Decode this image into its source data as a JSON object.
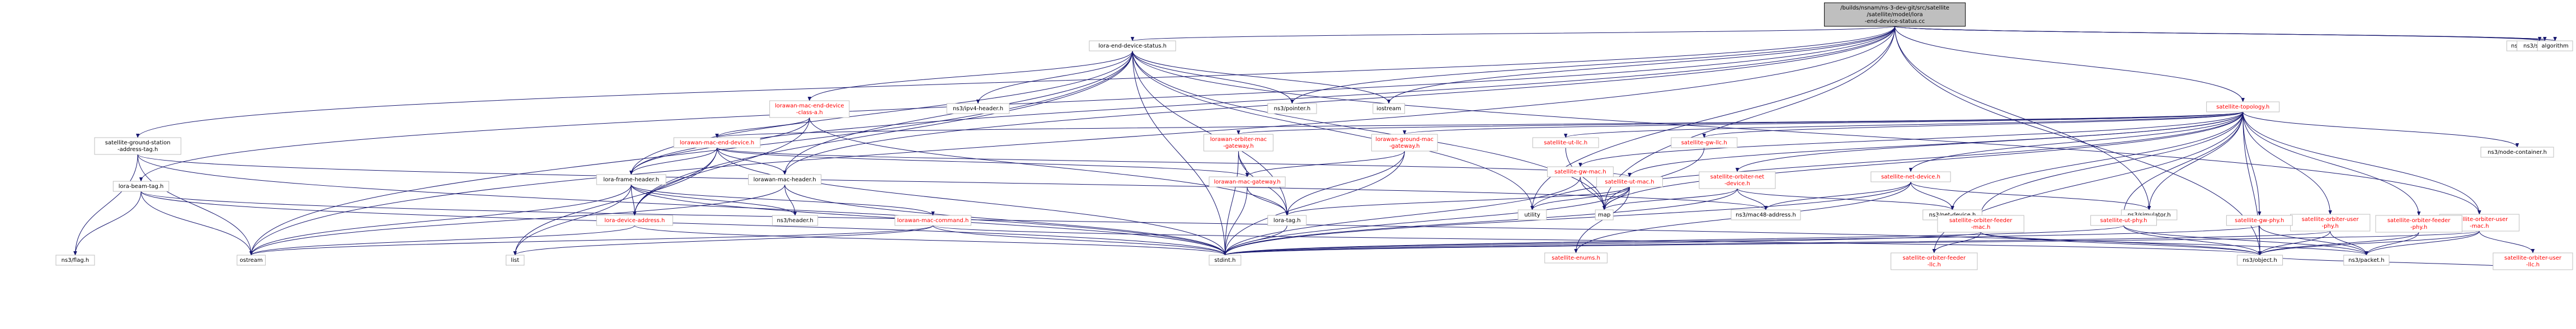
{
  "diagram": {
    "type": "include-dependency-graph",
    "nodes": [
      {
        "id": "root",
        "lines": [
          "/builds/nsnam/ns-3-dev-git/src/satellite",
          "/satellite/model/lora",
          "-end-device-status.cc"
        ],
        "style": "root"
      },
      {
        "id": "leds",
        "lines": [
          "lora-end-device-status.h"
        ],
        "style": "black"
      },
      {
        "id": "cmdline",
        "lines": [
          "ns3/command-line.h"
        ],
        "style": "black"
      },
      {
        "id": "log",
        "lines": [
          "ns3/log.h"
        ],
        "style": "black"
      },
      {
        "id": "singleton",
        "lines": [
          "ns3/singleton.h"
        ],
        "style": "black"
      },
      {
        "id": "algorithm",
        "lines": [
          "algorithm"
        ],
        "style": "black"
      },
      {
        "id": "topo",
        "lines": [
          "satellite-topology.h"
        ],
        "style": "red"
      },
      {
        "id": "gs_addr_tag",
        "lines": [
          "satellite-ground-station",
          "-address-tag.h"
        ],
        "style": "black"
      },
      {
        "id": "loramac_end_a",
        "lines": [
          "lorawan-mac-end-device",
          "-class-a.h"
        ],
        "style": "red"
      },
      {
        "id": "ipv4hdr",
        "lines": [
          "ns3/ipv4-header.h"
        ],
        "style": "black"
      },
      {
        "id": "pointer",
        "lines": [
          "ns3/pointer.h"
        ],
        "style": "black"
      },
      {
        "id": "iostream",
        "lines": [
          "iostream"
        ],
        "style": "black"
      },
      {
        "id": "node_container",
        "lines": [
          "ns3/node-container.h"
        ],
        "style": "black"
      },
      {
        "id": "loramac_end",
        "lines": [
          "lorawan-mac-end-device.h"
        ],
        "style": "red"
      },
      {
        "id": "orbiter_mac_gw",
        "lines": [
          "lorawan-orbiter-mac",
          "-gateway.h"
        ],
        "style": "red"
      },
      {
        "id": "ground_mac_gw",
        "lines": [
          "lorawan-ground-mac",
          "-gateway.h"
        ],
        "style": "red"
      },
      {
        "id": "ut_llc",
        "lines": [
          "satellite-ut-llc.h"
        ],
        "style": "red"
      },
      {
        "id": "gw_llc",
        "lines": [
          "satellite-gw-llc.h"
        ],
        "style": "red"
      },
      {
        "id": "beam_tag",
        "lines": [
          "lora-beam-tag.h"
        ],
        "style": "black"
      },
      {
        "id": "frame_hdr",
        "lines": [
          "lora-frame-header.h"
        ],
        "style": "black"
      },
      {
        "id": "mac_hdr",
        "lines": [
          "lorawan-mac-header.h"
        ],
        "style": "black"
      },
      {
        "id": "mac_gw",
        "lines": [
          "lorawan-mac-gateway.h"
        ],
        "style": "red"
      },
      {
        "id": "ut_mac",
        "lines": [
          "satellite-ut-mac.h"
        ],
        "style": "red"
      },
      {
        "id": "gw_mac",
        "lines": [
          "satellite-gw-mac.h"
        ],
        "style": "red"
      },
      {
        "id": "orbiter_net",
        "lines": [
          "satellite-orbiter-net",
          "-device.h"
        ],
        "style": "red"
      },
      {
        "id": "net_device",
        "lines": [
          "satellite-net-device.h"
        ],
        "style": "red"
      },
      {
        "id": "orbiter_user_phy",
        "lines": [
          "satellite-orbiter-user",
          "-phy.h"
        ],
        "style": "red"
      },
      {
        "id": "orbiter_user_mac",
        "lines": [
          "satellite-orbiter-user",
          "-mac.h"
        ],
        "style": "red"
      },
      {
        "id": "device_addr",
        "lines": [
          "lora-device-address.h"
        ],
        "style": "red"
      },
      {
        "id": "nsheader",
        "lines": [
          "ns3/header.h"
        ],
        "style": "black"
      },
      {
        "id": "mac_cmd",
        "lines": [
          "lorawan-mac-command.h"
        ],
        "style": "red"
      },
      {
        "id": "lora_tag",
        "lines": [
          "lora-tag.h"
        ],
        "style": "black"
      },
      {
        "id": "utility",
        "lines": [
          "utility"
        ],
        "style": "black"
      },
      {
        "id": "map",
        "lines": [
          "map"
        ],
        "style": "black"
      },
      {
        "id": "mac48",
        "lines": [
          "ns3/mac48-address.h"
        ],
        "style": "black"
      },
      {
        "id": "ns_netdev",
        "lines": [
          "ns3/net-device.h"
        ],
        "style": "black"
      },
      {
        "id": "simulator",
        "lines": [
          "ns3/simulator.h"
        ],
        "style": "black"
      },
      {
        "id": "orbiter_feeder_mac",
        "lines": [
          "satellite-orbiter-feeder",
          "-mac.h"
        ],
        "style": "red"
      },
      {
        "id": "ut_phy",
        "lines": [
          "satellite-ut-phy.h"
        ],
        "style": "red"
      },
      {
        "id": "gw_phy",
        "lines": [
          "satellite-gw-phy.h"
        ],
        "style": "red"
      },
      {
        "id": "orbiter_feeder_phy",
        "lines": [
          "satellite-orbiter-feeder",
          "-phy.h"
        ],
        "style": "red"
      },
      {
        "id": "bitflag",
        "lines": [
          "ns3/flag.h"
        ],
        "style": "black"
      },
      {
        "id": "ostream",
        "lines": [
          "ostream"
        ],
        "style": "black"
      },
      {
        "id": "list",
        "lines": [
          "list"
        ],
        "style": "black"
      },
      {
        "id": "stdint",
        "lines": [
          "stdint.h"
        ],
        "style": "black"
      },
      {
        "id": "sat_enums",
        "lines": [
          "satellite-enums.h"
        ],
        "style": "red"
      },
      {
        "id": "orbiter_feeder_llc",
        "lines": [
          "satellite-orbiter-feeder",
          "-llc.h"
        ],
        "style": "red"
      },
      {
        "id": "nsobject",
        "lines": [
          "ns3/object.h"
        ],
        "style": "black"
      },
      {
        "id": "nspacket",
        "lines": [
          "ns3/packet.h"
        ],
        "style": "black"
      },
      {
        "id": "orbiter_user_llc",
        "lines": [
          "satellite-orbiter-user",
          "-llc.h"
        ],
        "style": "red"
      }
    ],
    "edges": [
      [
        "root",
        "leds"
      ],
      [
        "root",
        "cmdline"
      ],
      [
        "root",
        "log"
      ],
      [
        "root",
        "singleton"
      ],
      [
        "root",
        "algorithm"
      ],
      [
        "root",
        "topo"
      ],
      [
        "root",
        "gs_addr_tag"
      ],
      [
        "root",
        "beam_tag"
      ],
      [
        "root",
        "frame_hdr"
      ],
      [
        "root",
        "mac_hdr"
      ],
      [
        "root",
        "pointer"
      ],
      [
        "root",
        "iostream"
      ],
      [
        "root",
        "utility"
      ],
      [
        "root",
        "map"
      ],
      [
        "root",
        "ostream"
      ],
      [
        "root",
        "nsobject"
      ],
      [
        "root",
        "simulator"
      ],
      [
        "leds",
        "loramac_end_a"
      ],
      [
        "leds",
        "ipv4hdr"
      ],
      [
        "leds",
        "pointer"
      ],
      [
        "leds",
        "iostream"
      ],
      [
        "leds",
        "frame_hdr"
      ],
      [
        "leds",
        "mac_hdr"
      ],
      [
        "leds",
        "device_addr"
      ],
      [
        "leds",
        "lora_tag"
      ],
      [
        "leds",
        "map"
      ],
      [
        "leds",
        "utility"
      ],
      [
        "leds",
        "stdint"
      ],
      [
        "leds",
        "ostream"
      ],
      [
        "leds",
        "orbiter_user_mac"
      ],
      [
        "loramac_end_a",
        "loramac_end"
      ],
      [
        "loramac_end_a",
        "frame_hdr"
      ],
      [
        "loramac_end_a",
        "device_addr"
      ],
      [
        "loramac_end_a",
        "lora_tag"
      ],
      [
        "loramac_end",
        "frame_hdr"
      ],
      [
        "loramac_end",
        "mac_hdr"
      ],
      [
        "loramac_end",
        "device_addr"
      ],
      [
        "loramac_end",
        "mac_gw"
      ],
      [
        "loramac_end",
        "ut_mac"
      ],
      [
        "loramac_end",
        "stdint"
      ],
      [
        "loramac_end",
        "list"
      ],
      [
        "topo",
        "node_container"
      ],
      [
        "topo",
        "loramac_end"
      ],
      [
        "topo",
        "orbiter_mac_gw"
      ],
      [
        "topo",
        "ground_mac_gw"
      ],
      [
        "topo",
        "ut_llc"
      ],
      [
        "topo",
        "gw_llc"
      ],
      [
        "topo",
        "gw_mac"
      ],
      [
        "topo",
        "orbiter_net"
      ],
      [
        "topo",
        "net_device"
      ],
      [
        "topo",
        "orbiter_user_phy"
      ],
      [
        "topo",
        "orbiter_user_mac"
      ],
      [
        "topo",
        "ut_mac"
      ],
      [
        "topo",
        "map"
      ],
      [
        "topo",
        "utility"
      ],
      [
        "topo",
        "orbiter_feeder_mac"
      ],
      [
        "topo",
        "ut_phy"
      ],
      [
        "topo",
        "gw_phy"
      ],
      [
        "topo",
        "orbiter_feeder_phy"
      ],
      [
        "topo",
        "orbiter_feeder_llc"
      ],
      [
        "topo",
        "nsobject"
      ],
      [
        "topo",
        "ns_netdev"
      ],
      [
        "topo",
        "simulator"
      ],
      [
        "orbiter_mac_gw",
        "mac_gw"
      ],
      [
        "orbiter_mac_gw",
        "lora_tag"
      ],
      [
        "orbiter_mac_gw",
        "stdint"
      ],
      [
        "ground_mac_gw",
        "mac_gw"
      ],
      [
        "ground_mac_gw",
        "lora_tag"
      ],
      [
        "ground_mac_gw",
        "stdint"
      ],
      [
        "mac_gw",
        "lora_tag"
      ],
      [
        "mac_gw",
        "stdint"
      ],
      [
        "ut_llc",
        "map"
      ],
      [
        "gw_llc",
        "map"
      ],
      [
        "gw_mac",
        "map"
      ],
      [
        "gw_mac",
        "stdint"
      ],
      [
        "orbiter_net",
        "mac48"
      ],
      [
        "orbiter_net",
        "ns_netdev"
      ],
      [
        "orbiter_net",
        "stdint"
      ],
      [
        "orbiter_net",
        "map"
      ],
      [
        "net_device",
        "mac48"
      ],
      [
        "net_device",
        "ns_netdev"
      ],
      [
        "net_device",
        "stdint"
      ],
      [
        "net_device",
        "sat_enums"
      ],
      [
        "net_device",
        "simulator"
      ],
      [
        "ut_mac",
        "lora_tag"
      ],
      [
        "ut_mac",
        "sat_enums"
      ],
      [
        "ut_mac",
        "utility"
      ],
      [
        "ut_mac",
        "map"
      ],
      [
        "ut_mac",
        "stdint"
      ],
      [
        "frame_hdr",
        "device_addr"
      ],
      [
        "frame_hdr",
        "nsheader"
      ],
      [
        "frame_hdr",
        "mac_cmd"
      ],
      [
        "frame_hdr",
        "list"
      ],
      [
        "frame_hdr",
        "ostream"
      ],
      [
        "frame_hdr",
        "stdint"
      ],
      [
        "mac_hdr",
        "nsheader"
      ],
      [
        "mac_hdr",
        "stdint"
      ],
      [
        "mac_hdr",
        "ostream"
      ],
      [
        "mac_cmd",
        "list"
      ],
      [
        "mac_cmd",
        "stdint"
      ],
      [
        "mac_cmd",
        "ostream"
      ],
      [
        "mac_cmd",
        "nsobject"
      ],
      [
        "device_addr",
        "ostream"
      ],
      [
        "device_addr",
        "stdint"
      ],
      [
        "lora_tag",
        "stdint"
      ],
      [
        "gs_addr_tag",
        "mac48"
      ],
      [
        "gs_addr_tag",
        "ostream"
      ],
      [
        "gs_addr_tag",
        "stdint"
      ],
      [
        "gs_addr_tag",
        "bitflag"
      ],
      [
        "beam_tag",
        "ostream"
      ],
      [
        "beam_tag",
        "stdint"
      ],
      [
        "beam_tag",
        "bitflag"
      ],
      [
        "beam_tag",
        "nsobject"
      ],
      [
        "orbiter_feeder_mac",
        "orbiter_feeder_llc"
      ],
      [
        "orbiter_feeder_mac",
        "nsobject"
      ],
      [
        "orbiter_feeder_mac",
        "nspacket"
      ],
      [
        "orbiter_feeder_mac",
        "stdint"
      ],
      [
        "ut_phy",
        "nsobject"
      ],
      [
        "ut_phy",
        "nspacket"
      ],
      [
        "ut_phy",
        "stdint"
      ],
      [
        "gw_phy",
        "nsobject"
      ],
      [
        "gw_phy",
        "nspacket"
      ],
      [
        "gw_phy",
        "stdint"
      ],
      [
        "orbiter_feeder_phy",
        "nsobject"
      ],
      [
        "orbiter_feeder_phy",
        "nspacket"
      ],
      [
        "orbiter_user_phy",
        "nsobject"
      ],
      [
        "orbiter_user_phy",
        "nspacket"
      ],
      [
        "orbiter_user_phy",
        "stdint"
      ],
      [
        "orbiter_user_mac",
        "orbiter_user_llc"
      ],
      [
        "orbiter_user_mac",
        "nsobject"
      ],
      [
        "orbiter_user_mac",
        "nspacket"
      ],
      [
        "orbiter_user_mac",
        "stdint"
      ],
      [
        "orbiter_user_llc",
        "nsobject"
      ]
    ],
    "colors": {
      "edge": "#191970",
      "root_fill": "#bfbfbf",
      "box_stroke": "#bfbfbf",
      "red_text": "#ff0000",
      "black_text": "#000000"
    }
  }
}
